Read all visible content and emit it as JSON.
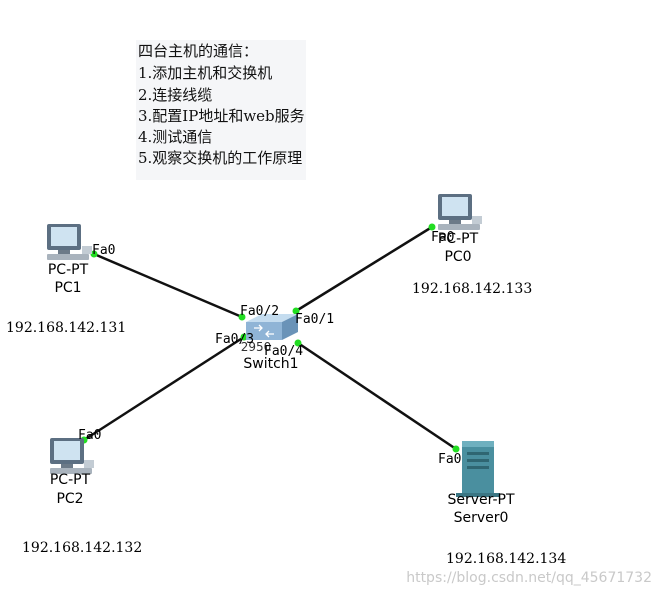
{
  "notes": {
    "title": "四台主机的通信：",
    "steps": [
      "1.添加主机和交换机",
      "2.连接线缆",
      "3.配置IP地址和web服务",
      "4.测试通信",
      "5.观察交换机的工作原理"
    ]
  },
  "devices": {
    "pc1": {
      "type": "PC-PT",
      "name": "PC1",
      "ip": "192.168.142.131",
      "port": "Fa0"
    },
    "pc0": {
      "type": "PC-PT",
      "name": "PC0",
      "ip": "192.168.142.133",
      "port": "Fa0"
    },
    "pc2": {
      "type": "PC-PT",
      "name": "PC2",
      "ip": "192.168.142.132",
      "port": "Fa0"
    },
    "server0": {
      "type": "Server-PT",
      "name": "Server0",
      "ip": "192.168.142.134",
      "port": "Fa0"
    },
    "switch1": {
      "type": "2950",
      "name": "Switch1",
      "ports": {
        "to_pc1": "Fa0/2",
        "to_pc0": "Fa0/1",
        "to_pc2": "Fa0/3",
        "to_server0": "Fa0/4"
      }
    }
  },
  "colors": {
    "link": "#111111",
    "link_up": "#22dd22",
    "switch": "#8fb4d6",
    "server": "#4a8f9f"
  },
  "watermark": "https://blog.csdn.net/qq_45671732"
}
